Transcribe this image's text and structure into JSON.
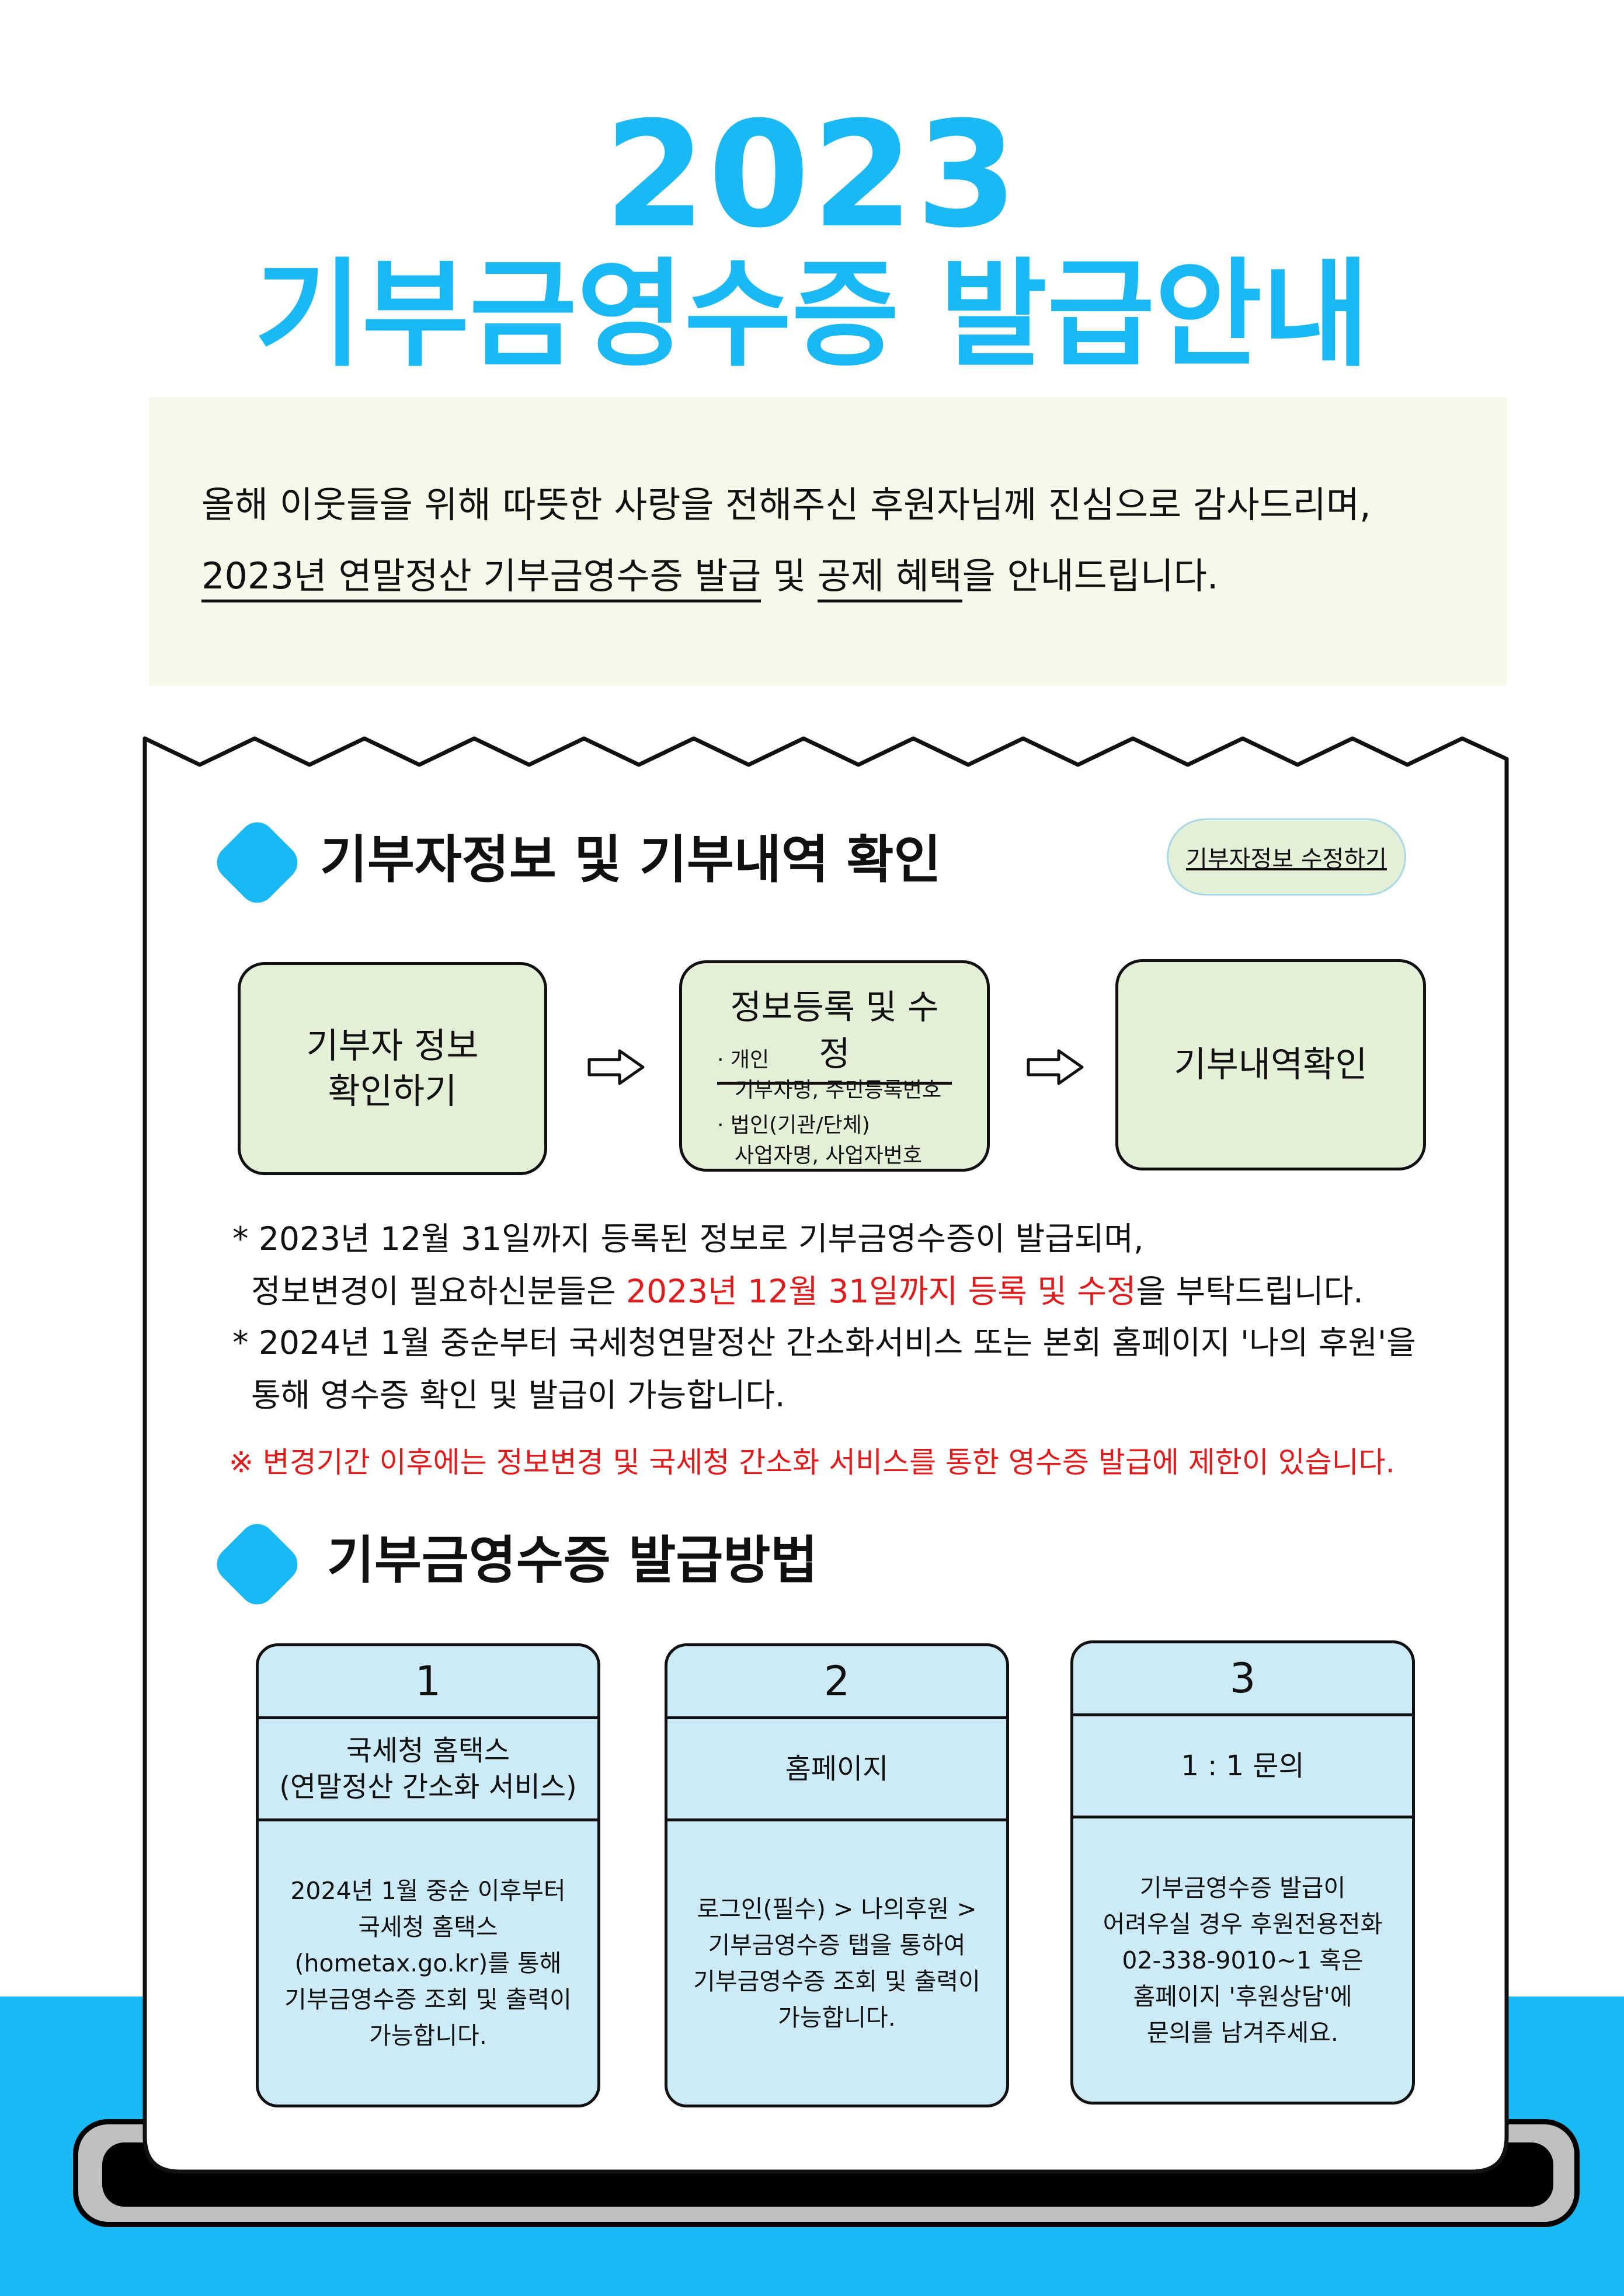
{
  "title": {
    "year": "2023",
    "main": "기부금영수증 발급안내"
  },
  "intro": {
    "line1": "올해 이웃들을 위해 따뜻한 사랑을 전해주신 후원자님께 진심으로 감사드리며,",
    "line2_u1": "2023년 연말정산 기부금영수증 발급",
    "line2_mid": " 및 ",
    "line2_u2": "공제 혜택",
    "line2_end": "을 안내드립니다."
  },
  "section1": {
    "title": "기부자정보 및 기부내역 확인",
    "edit_button": "기부자정보 수정하기",
    "step1": {
      "line1": "기부자 정보",
      "line2": "확인하기"
    },
    "step2": {
      "title": "정보등록 및 수정",
      "b1_head": "개인",
      "b1_sub": "기부자명, 주민등록번호",
      "b2_head": "법인(기관/단체)",
      "b2_sub": "사업자명, 사업자번호"
    },
    "step3": "기부내역확인",
    "notes": {
      "n1a": "* 2023년 12월 31일까지 등록된 정보로 기부금영수증이 발급되며,",
      "n1b_pre": "정보변경이 필요하신분들은 ",
      "n1b_red": "2023년 12월 31일까지 등록 및 수정",
      "n1b_post": "을 부탁드립니다.",
      "n2a": "* 2024년 1월 중순부터 국세청연말정산 간소화서비스 또는 본회 홈페이지 '나의 후원'을",
      "n2b": "통해 영수증 확인 및 발급이 가능합니다.",
      "warn": "※ 변경기간 이후에는 정보변경 및 국세청 간소화 서비스를 통한 영수증 발급에 제한이 있습니다."
    }
  },
  "section2": {
    "title": "기부금영수증 발급방법",
    "cards": [
      {
        "num": "1",
        "head1": "국세청 홈택스",
        "head2": "(연말정산 간소화 서비스)",
        "body": [
          "2024년 1월 중순 이후부터",
          "국세청 홈택스",
          "(hometax.go.kr)를 통해",
          "기부금영수증 조회 및 출력이",
          "가능합니다."
        ]
      },
      {
        "num": "2",
        "head1": "홈페이지",
        "head2": "",
        "body": [
          "로그인(필수) > 나의후원 >",
          "기부금영수증 탭을 통하여",
          "기부금영수증 조회 및 출력이",
          "가능합니다."
        ]
      },
      {
        "num": "3",
        "head1": "1 : 1 문의",
        "head2": "",
        "body": [
          "기부금영수증 발급이",
          "어려우실 경우 후원전용전화",
          "02-338-9010~1 혹은",
          "홈페이지 '후원상담'에",
          "문의를 남겨주세요."
        ]
      }
    ]
  },
  "colors": {
    "accent": "#1ab8f5",
    "intro_bg": "#f8f8ea",
    "process_box": "#e3efd7",
    "card_bg": "#ccebf7",
    "warning": "#e11b1b"
  }
}
